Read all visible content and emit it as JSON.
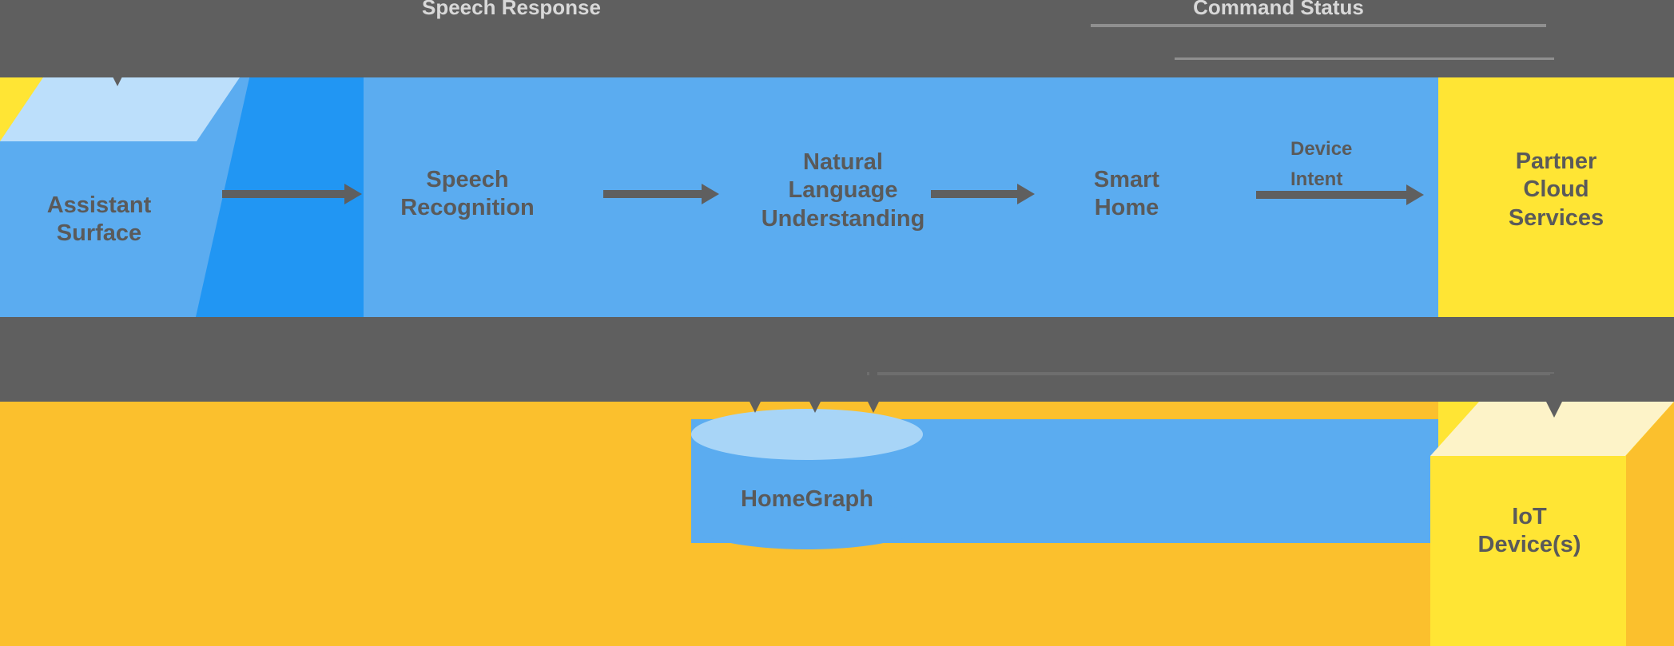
{
  "diagram": {
    "title_top_left": "...Speech Response",
    "title_top_right": "Command Status",
    "background_color": "#5f5f5f",
    "accent_blue": "#5bacf0",
    "accent_blue_light": "#bcdffb",
    "accent_blue_dark": "#2196f3",
    "accent_yellow": "#ffe534",
    "accent_amber": "#fbc02d",
    "accent_cream": "#fdf3c8",
    "text_color": "#5a5a5a"
  },
  "nodes": {
    "assistant_surface": {
      "label": "Assistant\nSurface"
    },
    "speech_recognition": {
      "label": "Speech\nRecognition"
    },
    "natural_language_understanding": {
      "label": "Natural\nLanguage\nUnderstanding"
    },
    "smart_home": {
      "label": "Smart\nHome"
    },
    "partner_cloud_services": {
      "label": "Partner\nCloud\nServices"
    },
    "homegraph": {
      "label": "HomeGraph"
    },
    "iot_devices": {
      "label": "IoT\nDevice(s)"
    }
  },
  "edge_labels": {
    "device_label": "Device",
    "intent_label": "Intent"
  },
  "headers": {
    "speech_response": "Speech Response",
    "command_status": "Command Status"
  }
}
